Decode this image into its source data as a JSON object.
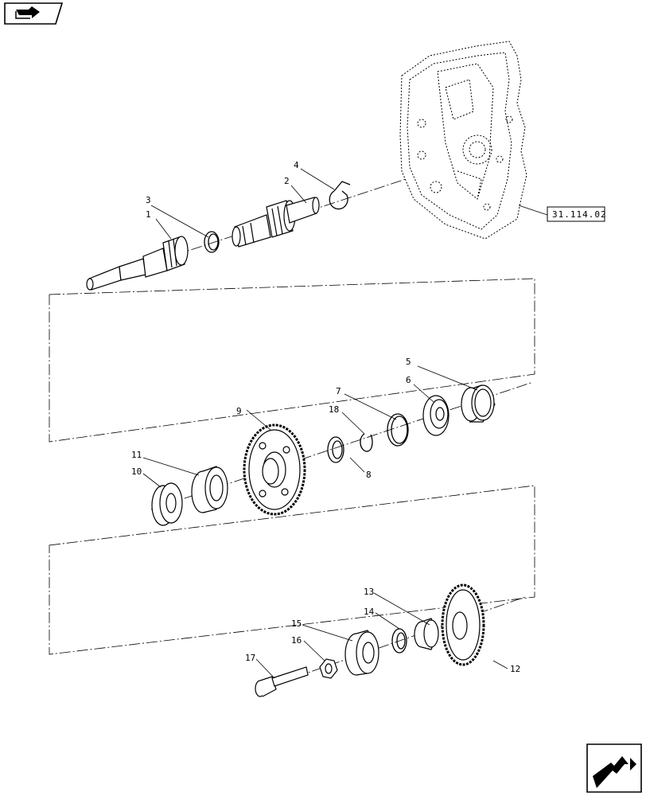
{
  "diagram": {
    "reference_label": "31.114.02",
    "callouts": {
      "c1": "1",
      "c2": "2",
      "c3": "3",
      "c4": "4",
      "c5": "5",
      "c6": "6",
      "c7": "7",
      "c8": "8",
      "c9": "9",
      "c10": "10",
      "c11": "11",
      "c12": "12",
      "c13": "13",
      "c14": "14",
      "c15": "15",
      "c16": "16",
      "c17": "17",
      "c18": "18"
    }
  },
  "icons": {
    "top_left": "book-arrow-icon",
    "bottom_right": "next-page-arrow-icon"
  }
}
